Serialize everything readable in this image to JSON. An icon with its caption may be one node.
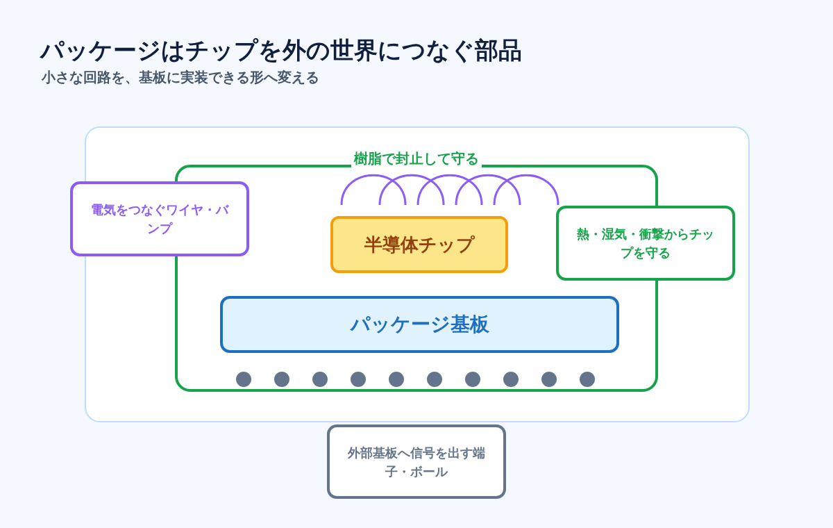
{
  "diagram": {
    "title": "パッケージはチップを外の世界につなぐ部品",
    "nodes": [
      {
        "text": [
          "樹脂で封止して守る"
        ]
      },
      {
        "text": [
          "半導体チップ"
        ],
        "in": 0
      },
      {
        "text": [
          "パッケージ基板"
        ],
        "in": 0
      },
      {
        "text": [
          "電気をつなぐワイヤ・バンプ"
        ]
      },
      {
        "text": [
          "熱・湿気・衝撃からチップを守る"
        ]
      },
      {
        "text": [
          "外部基板へ信号を出す端子・ボール"
        ]
      }
    ],
    "edges": [],
    "labels": [
      "小さな回路を、基板に実装できる形へ変える"
    ]
  }
}
